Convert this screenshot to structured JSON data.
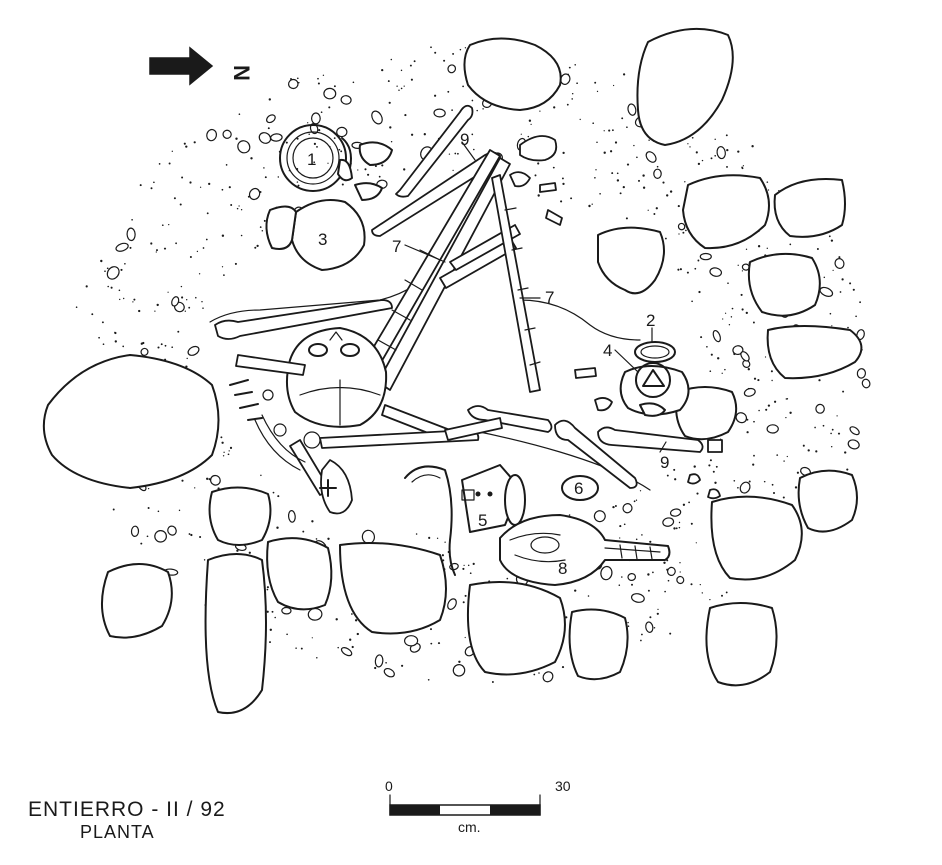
{
  "title": "ENTIERRO - II / 92",
  "subtitle": "PLANTA",
  "north_arrow": {
    "label": "N"
  },
  "scale_bar": {
    "start_label": "0",
    "end_label": "30",
    "unit_label": "cm."
  },
  "features": [
    {
      "id": "1",
      "label": "1"
    },
    {
      "id": "2",
      "label": "2"
    },
    {
      "id": "3",
      "label": "3"
    },
    {
      "id": "4",
      "label": "4"
    },
    {
      "id": "5",
      "label": "5"
    },
    {
      "id": "6",
      "label": "6"
    },
    {
      "id": "7a",
      "label": "7"
    },
    {
      "id": "7b",
      "label": "7"
    },
    {
      "id": "8",
      "label": "8"
    },
    {
      "id": "9a",
      "label": "9"
    },
    {
      "id": "9b",
      "label": "9"
    }
  ],
  "colors": {
    "ink": "#1a1a1a",
    "paper": "#ffffff"
  }
}
